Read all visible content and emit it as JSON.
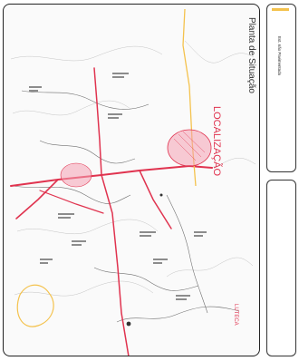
{
  "map": {
    "title": "Planta de Situação",
    "location_label": "LOCALIZAÇÃO",
    "locality_label": "LUTECA",
    "colors": {
      "road": "#e0334f",
      "highlight": "#f4a0b2",
      "boundary": "#f4c24d",
      "stream": "#7a7a7a",
      "contour": "#b9b9b9",
      "text": "#333333"
    }
  },
  "legend": {
    "item_label": "Est. não Pavimentada",
    "item_color": "#f4c24d"
  }
}
